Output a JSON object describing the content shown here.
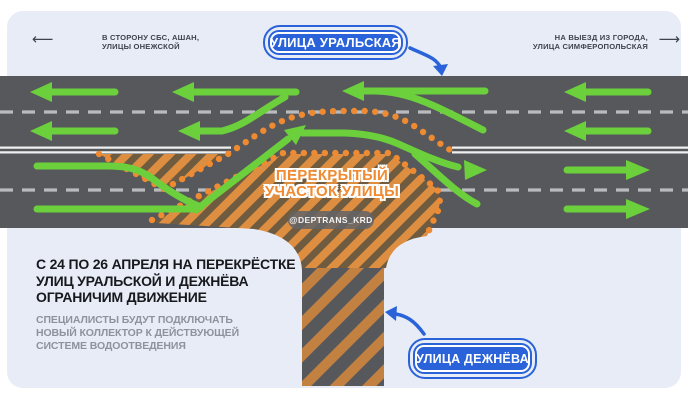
{
  "top_bar": {
    "left_destination": {
      "arrow_icon": "⟵",
      "line1": "В СТОРОНУ СБС, АШАН,",
      "line2": "УЛИЦЫ ОНЕЖСКОЙ"
    },
    "right_destination": {
      "arrow_icon": "⟶",
      "line1": "НА ВЫЕЗД ИЗ ГОРОДА,",
      "line2": "УЛИЦА СИМФЕРОПОЛЬСКАЯ"
    }
  },
  "street_badges": {
    "uralskaya": "УЛИЦА УРАЛЬСКАЯ",
    "dezhnyova": "УЛИЦА ДЕЖНЁВА"
  },
  "closed_area": {
    "label_line1": "ПЕРЕКРЫТЫЙ",
    "label_line2": "УЧАСТОК УЛИЦЫ",
    "credit": "@DEPTRANS_KRD"
  },
  "announcement": {
    "title_line1": "С 24 ПО 26 АПРЕЛЯ НА ПЕРЕКРЁСТКЕ",
    "title_line2": "УЛИЦ УРАЛЬСКОЙ И ДЕЖНЁВА",
    "title_line3": "ОГРАНИЧИМ ДВИЖЕНИЕ",
    "body_line1": "СПЕЦИАЛИСТЫ БУДУТ ПОДКЛЮЧАТЬ",
    "body_line2": "НОВЫЙ КОЛЛЕКТОР К ДЕЙСТВУЮЩЕЙ",
    "body_line3": "СИСТЕМЕ ВОДООТВЕДЕНИЯ"
  },
  "colors": {
    "panel": "#e8ecf6",
    "road": "#57585b",
    "green_flow": "#6bd03c",
    "closure_orange": "#ee8a31",
    "badge_blue": "#2a63d9"
  }
}
